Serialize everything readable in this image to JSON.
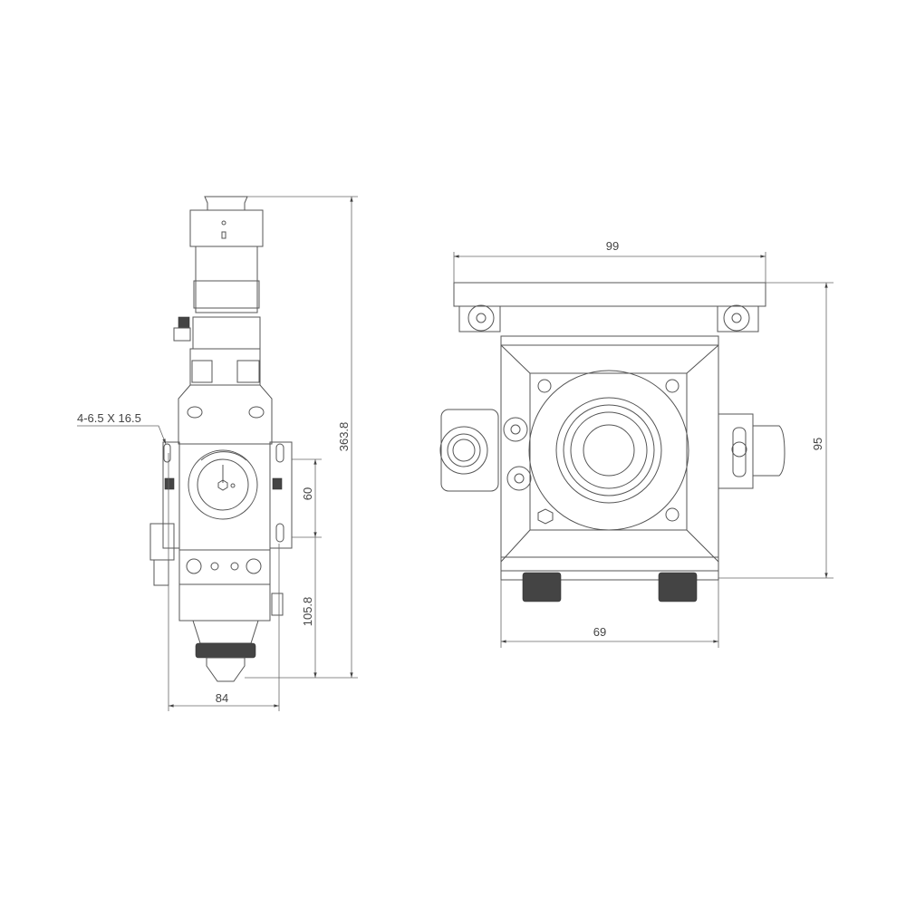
{
  "drawing": {
    "side_view": {
      "slot_callout": "4-6.5 X 16.5",
      "dim_total_height": "363.8",
      "dim_slot_spacing": "60",
      "dim_lower_height": "105.8",
      "dim_width": "84"
    },
    "bottom_view": {
      "dim_plate_width": "99",
      "dim_depth": "95",
      "dim_body_width": "69"
    },
    "colors": {
      "line": "#555555",
      "background": "#ffffff"
    }
  }
}
